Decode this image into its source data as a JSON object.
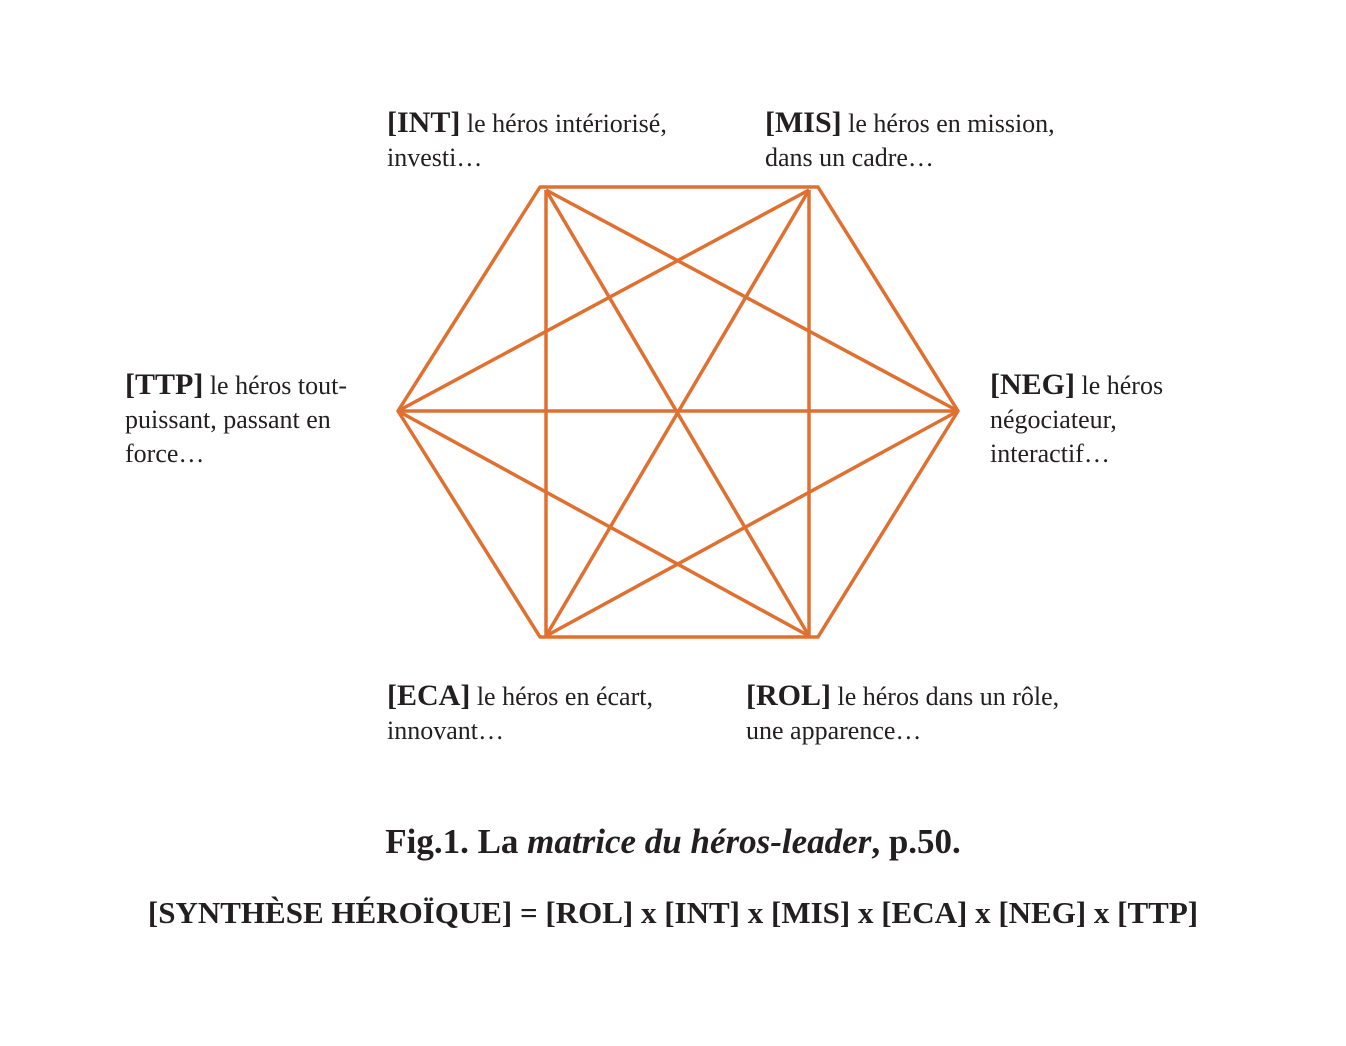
{
  "diagram": {
    "line_color": "#e07030",
    "nodes": [
      {
        "id": "INT",
        "code": "[INT]",
        "text": " le héros intériorisé,",
        "text2": "investi…"
      },
      {
        "id": "MIS",
        "code": "[MIS]",
        "text": " le héros en mission,",
        "text2": "dans un cadre…"
      },
      {
        "id": "NEG",
        "code": "[NEG]",
        "text": " le héros",
        "text2": "négociateur,",
        "text3": "interactif…"
      },
      {
        "id": "ROL",
        "code": "[ROL]",
        "text": " le héros dans un rôle,",
        "text2": "une apparence…"
      },
      {
        "id": "ECA",
        "code": "[ECA]",
        "text": " le héros en écart,",
        "text2": "innovant…"
      },
      {
        "id": "TTP",
        "code": "[TTP]",
        "text": " le héros tout-",
        "text2": "puissant, passant en",
        "text3": "force…"
      }
    ]
  },
  "caption": {
    "prefix": "Fig.1. La ",
    "emphasis": "matrice du héros-leader",
    "suffix": ", p.50."
  },
  "formula": "[SYNTHÈSE HÉROÏQUE] = [ROL] x [INT] x [MIS] x [ECA] x [NEG] x [TTP]"
}
